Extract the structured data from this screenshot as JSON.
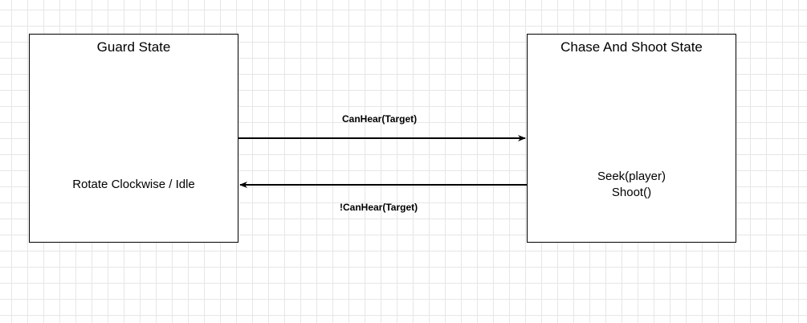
{
  "states": [
    {
      "title": "Guard State",
      "body": [
        "Rotate Clockwise / Idle"
      ]
    },
    {
      "title": "Chase And Shoot State",
      "body": [
        "Seek(player)",
        "Shoot()"
      ]
    }
  ],
  "transitions": [
    {
      "from": "Guard State",
      "to": "Chase And Shoot State",
      "label": "CanHear(Target)"
    },
    {
      "from": "Chase And Shoot State",
      "to": "Guard State",
      "label": "!CanHear(Target)"
    }
  ],
  "colors": {
    "grid": "#e6e6e6",
    "stroke": "#000000",
    "background": "#ffffff"
  }
}
